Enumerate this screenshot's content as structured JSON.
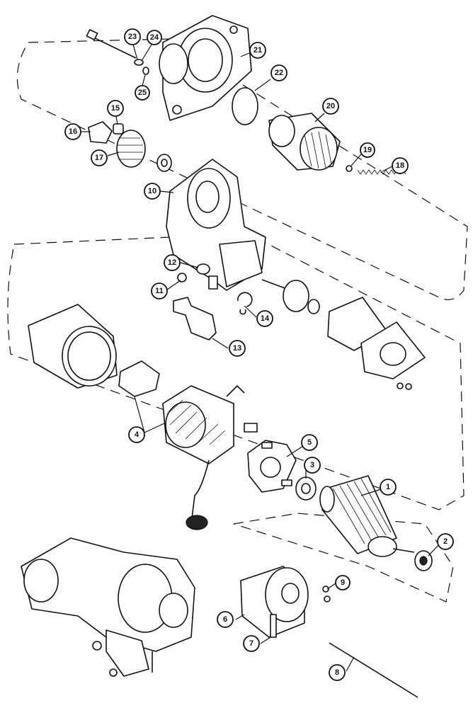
{
  "diagram": {
    "type": "exploded-parts-view",
    "callouts": [
      {
        "key": "c1",
        "label": "1"
      },
      {
        "key": "c2",
        "label": "2"
      },
      {
        "key": "c3",
        "label": "3"
      },
      {
        "key": "c4",
        "label": "4"
      },
      {
        "key": "c5",
        "label": "5"
      },
      {
        "key": "c6",
        "label": "6"
      },
      {
        "key": "c7",
        "label": "7"
      },
      {
        "key": "c8",
        "label": "8"
      },
      {
        "key": "c9",
        "label": "9"
      },
      {
        "key": "c10",
        "label": "10"
      },
      {
        "key": "c11",
        "label": "11"
      },
      {
        "key": "c12",
        "label": "12"
      },
      {
        "key": "c13",
        "label": "13"
      },
      {
        "key": "c14",
        "label": "14"
      },
      {
        "key": "c15",
        "label": "15"
      },
      {
        "key": "c16",
        "label": "16"
      },
      {
        "key": "c17",
        "label": "17"
      },
      {
        "key": "c18",
        "label": "18"
      },
      {
        "key": "c19",
        "label": "19"
      },
      {
        "key": "c20",
        "label": "20"
      },
      {
        "key": "c21",
        "label": "21"
      },
      {
        "key": "c22",
        "label": "22"
      },
      {
        "key": "c23",
        "label": "23"
      },
      {
        "key": "c24",
        "label": "24"
      },
      {
        "key": "c25",
        "label": "25"
      }
    ]
  }
}
